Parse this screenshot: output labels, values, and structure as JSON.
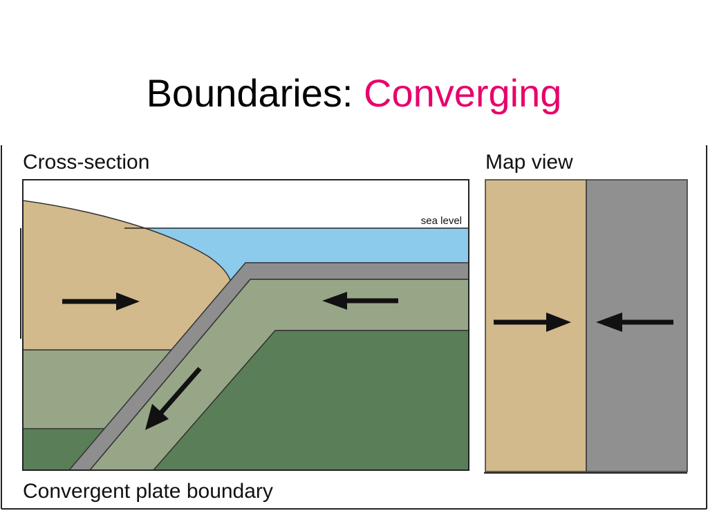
{
  "title": {
    "main": "Boundaries: ",
    "accent": "Converging"
  },
  "figure": {
    "cross_section_label": "Cross-section",
    "map_view_label": "Map view",
    "sea_level_label": "sea level",
    "caption": "Convergent plate boundary"
  },
  "colors": {
    "title_accent": "#e8006b",
    "continental_crust": "#d2ba8c",
    "ocean": "#8ccbec",
    "lithosphere_light": "#98a688",
    "lithosphere_dark": "#5a7f58",
    "oceanic_crust": "#8e8e8e",
    "map_right_plate": "#909090"
  },
  "icons": {
    "arrow_right": "arrow-right-icon",
    "arrow_left": "arrow-left-icon",
    "arrow_down_left": "arrow-down-left-icon"
  }
}
